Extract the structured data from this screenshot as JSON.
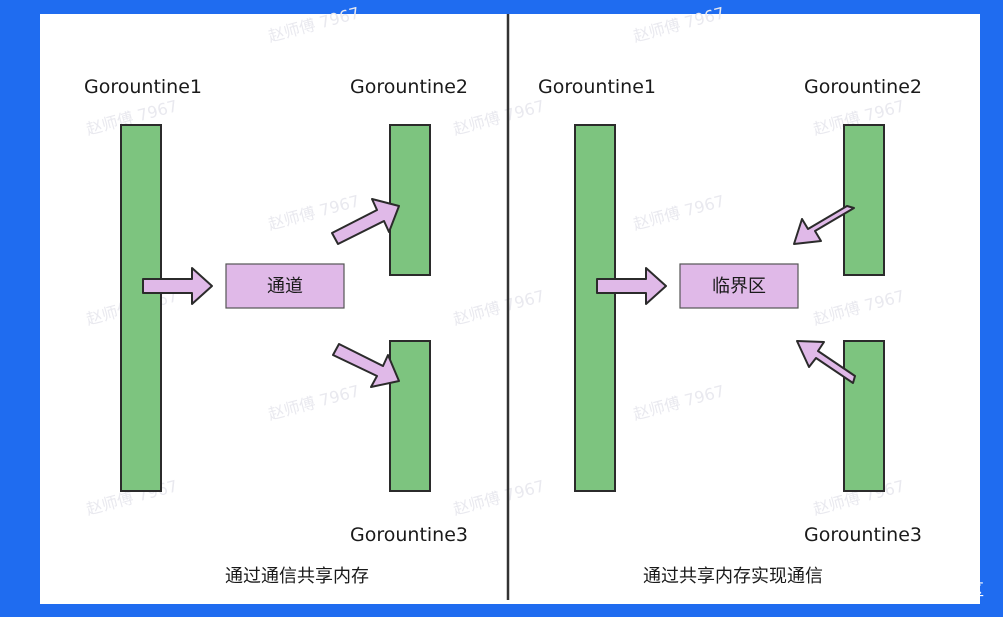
{
  "colors": {
    "frame": "#1f6cf0",
    "panel": "#ffffff",
    "bar_fill": "#7dc47f",
    "bar_stroke": "#2b2b2b",
    "box_fill": "#e0b9e8",
    "arrow_fill": "#e0b9e8",
    "divider": "#333333"
  },
  "left": {
    "goroutine1": "Gorountine1",
    "goroutine2": "Gorountine2",
    "goroutine3": "Gorountine3",
    "box_label": "通道",
    "caption": "通过通信共享内存"
  },
  "right": {
    "goroutine1": "Gorountine1",
    "goroutine2": "Gorountine2",
    "goroutine3": "Gorountine3",
    "box_label": "临界区",
    "caption": "通过共享内存实现通信"
  },
  "watermark": "赵师傅 7967",
  "site_credit": "@稀土掘金技术社区"
}
